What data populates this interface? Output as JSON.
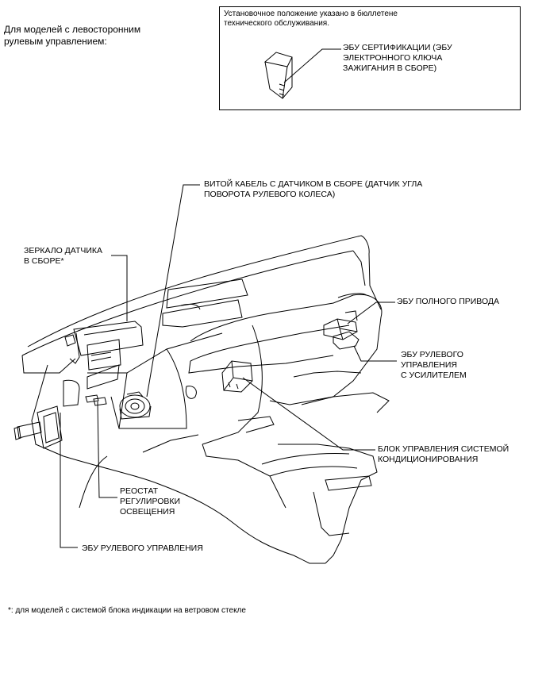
{
  "heading": "Для моделей с левосторонним\nрулевым управлением:",
  "inset": {
    "note": "Установочное положение указано в бюллетене\nтехнического обслуживания.",
    "label": "ЭБУ СЕРТИФИКАЦИИ (ЭБУ\nЭЛЕКТРОННОГО КЛЮЧА\nЗАЖИГАНИЯ В СБОРЕ)"
  },
  "labels": {
    "spiral_cable": "ВИТОЙ КАБЕЛЬ С ДАТЧИКОМ В СБОРЕ (ДАТЧИК УГЛА\nПОВОРОТА РУЛЕВОГО КОЛЕСА)",
    "mirror": "ЗЕРКАЛО ДАТЧИКА\nВ СБОРЕ*",
    "awd_ecu": "ЭБУ ПОЛНОГО ПРИВОДА",
    "eps_ecu": "ЭБУ РУЛЕВОГО\nУПРАВЛЕНИЯ\nС УСИЛИТЕЛЕМ",
    "ac_amp": "БЛОК УПРАВЛЕНИЯ СИСТЕМОЙ\nКОНДИЦИОНИРОВАНИЯ",
    "rheostat": "РЕОСТАТ\nРЕГУЛИРОВКИ\nОСВЕЩЕНИЯ",
    "steering_ecu": "ЭБУ РУЛЕВОГО УПРАВЛЕНИЯ"
  },
  "footnote": "*: для моделей с системой блока индикации на ветровом стекле"
}
